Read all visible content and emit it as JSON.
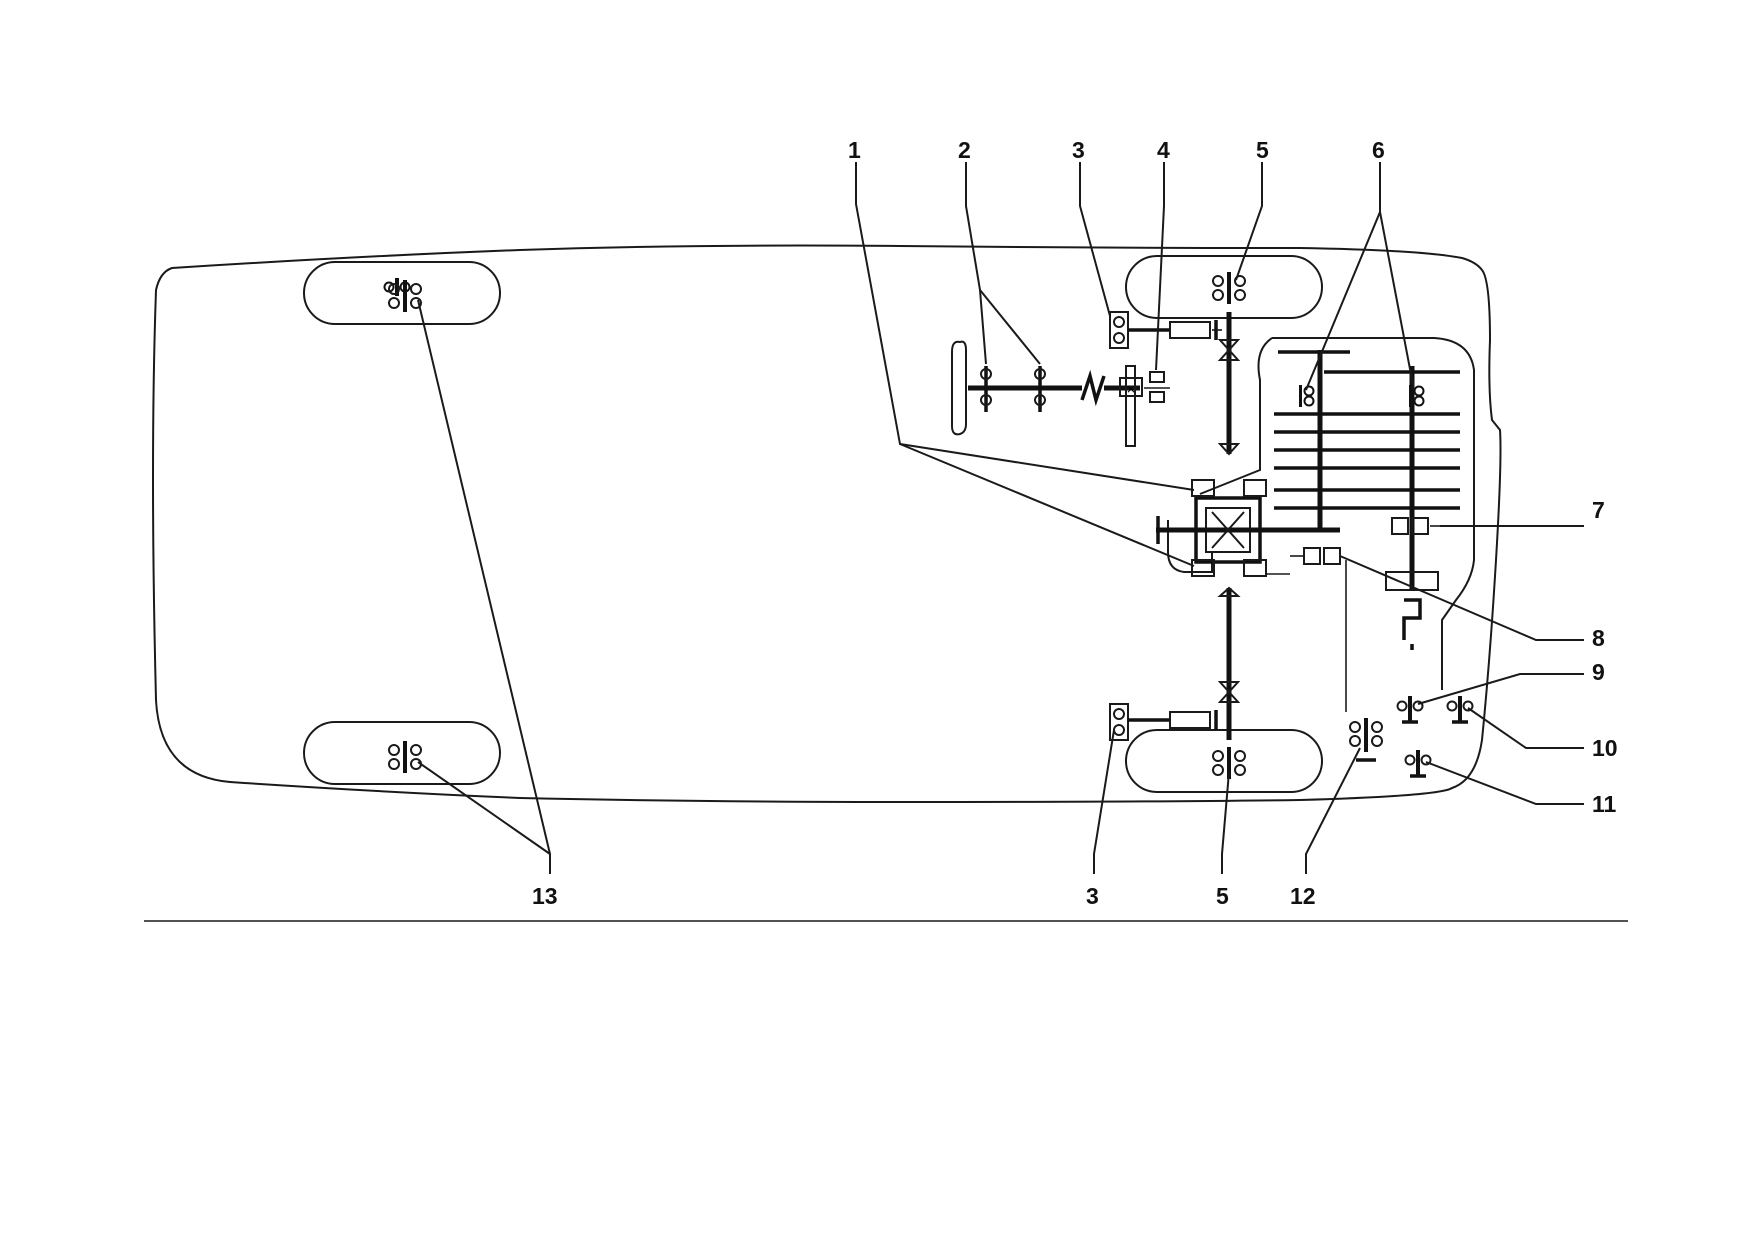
{
  "callouts": {
    "n1": "1",
    "n2": "2",
    "n3_top": "3",
    "n4": "4",
    "n5_top": "5",
    "n6": "6",
    "n7": "7",
    "n8": "8",
    "n9": "9",
    "n10": "10",
    "n11": "11",
    "n12": "12",
    "n13": "13",
    "n3_bottom": "3",
    "n5_bottom": "5"
  },
  "colors": {
    "ink": "#111111",
    "background": "#ffffff"
  }
}
